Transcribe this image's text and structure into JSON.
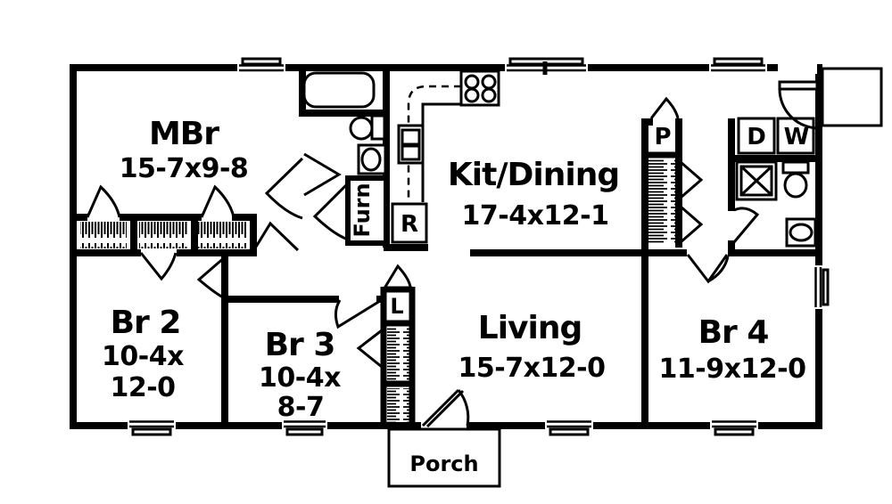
{
  "rooms": {
    "mbr": {
      "name": "MBr",
      "dims": "15-7x9-8"
    },
    "kit_dining": {
      "name": "Kit/Dining",
      "dims": "17-4x12-1"
    },
    "living": {
      "name": "Living",
      "dims": "15-7x12-0"
    },
    "br2": {
      "name": "Br 2",
      "dims_w": "10-4x",
      "dims_l": "12-0"
    },
    "br3": {
      "name": "Br 3",
      "dims_w": "10-4x",
      "dims_l": "8-7"
    },
    "br4": {
      "name": "Br 4",
      "dims": "11-9x12-0"
    },
    "porch": {
      "name": "Porch"
    }
  },
  "fixtures": {
    "furnace": "Furn",
    "refrigerator": "R",
    "pantry": "P",
    "dryer": "D",
    "washer": "W",
    "linen_closet": "L"
  },
  "colors": {
    "ink": "#000000",
    "paper": "#ffffff"
  }
}
